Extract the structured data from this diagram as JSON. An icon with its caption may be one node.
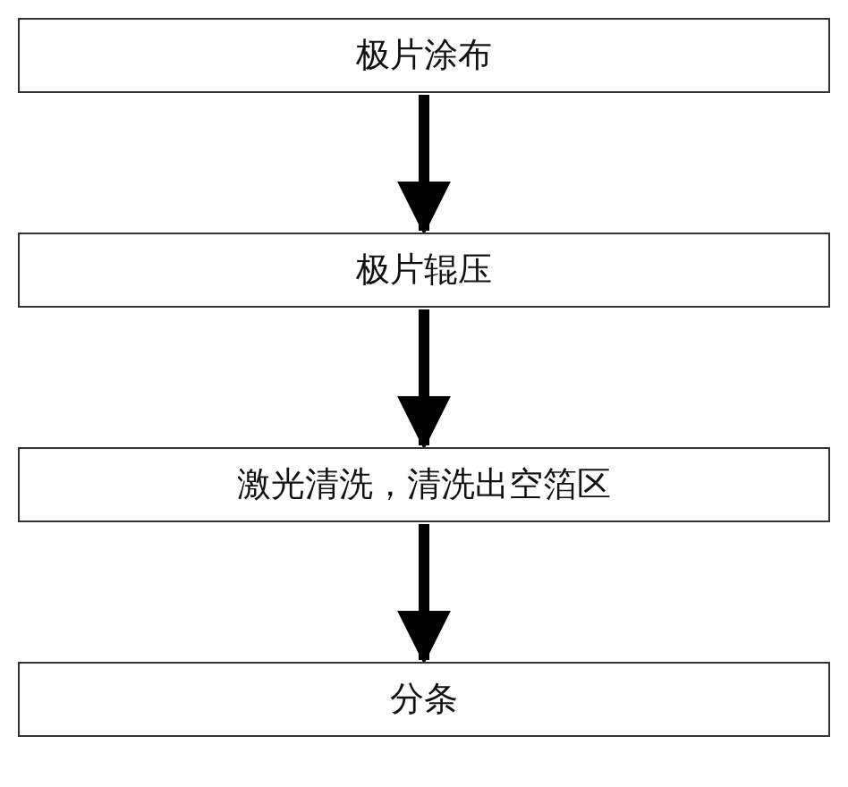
{
  "diagram": {
    "nodes": [
      {
        "text": [
          "极片涂布"
        ]
      },
      {
        "text": [
          "极片辊压"
        ]
      },
      {
        "text": [
          "激光清洗，清洗出空箔区"
        ]
      },
      {
        "text": [
          "分条"
        ]
      }
    ],
    "edges": [
      {
        "from": 0,
        "to": 1,
        "arrow": "to"
      },
      {
        "from": 1,
        "to": 2,
        "arrow": "to"
      },
      {
        "from": 2,
        "to": 3,
        "arrow": "to"
      }
    ]
  }
}
